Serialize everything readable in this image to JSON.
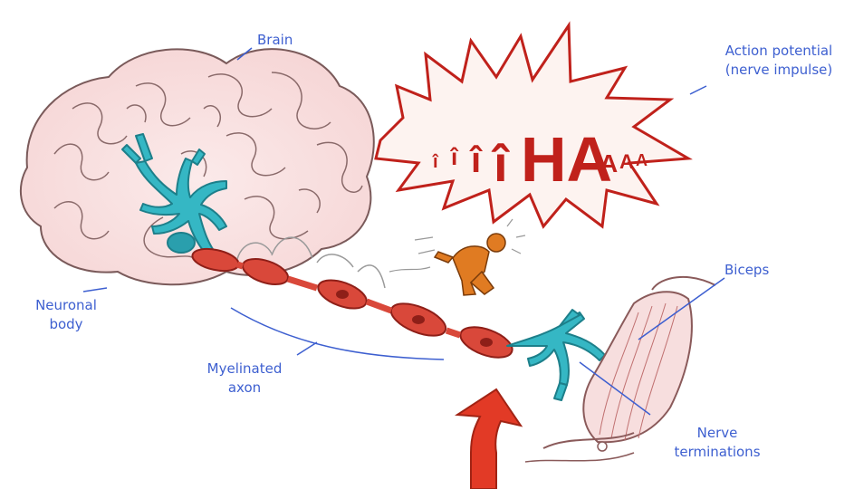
{
  "labels": {
    "brain": "Brain",
    "action_potential": [
      "Action potential",
      "(nerve impulse)"
    ],
    "neuronal_body": [
      "Neuronal",
      "body"
    ],
    "myelinated_axon": [
      "Myelinated",
      "axon"
    ],
    "biceps": "Biceps",
    "nerve_terminations": [
      "Nerve",
      "terminations"
    ]
  },
  "shout": {
    "small_chars": [
      "î",
      "î",
      "î",
      "î"
    ],
    "big": "HA",
    "tail": [
      "A",
      "A",
      "A"
    ]
  },
  "colors": {
    "label_blue": "#3d5fd0",
    "neuron_teal": "#35b7c4",
    "axon_red": "#d9483a",
    "burst_red": "#c0211b",
    "figure_orange": "#e07b22"
  }
}
